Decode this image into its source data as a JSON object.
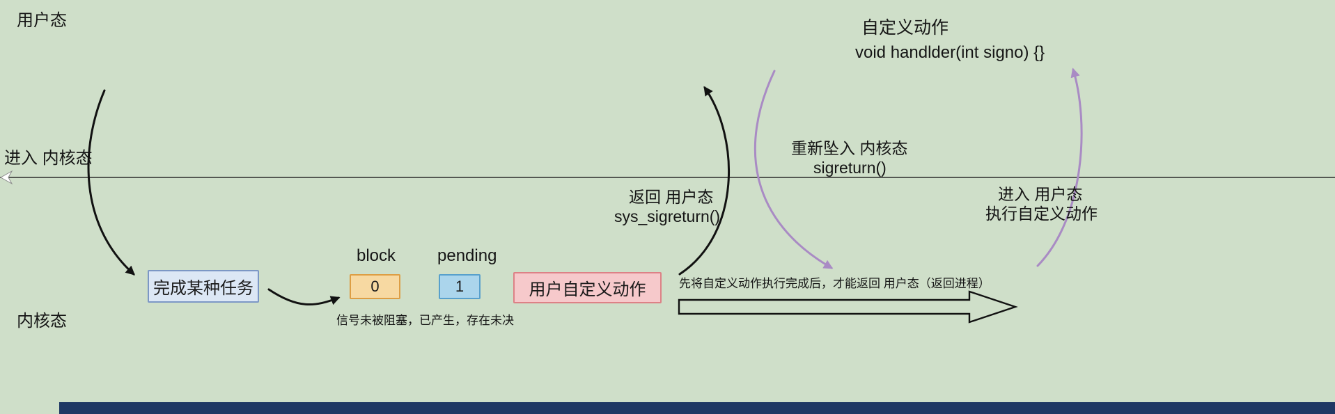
{
  "diagram": {
    "regions": {
      "user_mode_top": "用户态",
      "enter_kernel": "进入 内核态",
      "kernel_mode_bottom": "内核态"
    },
    "handler": {
      "title": "自定义动作",
      "code": "void handlder(int signo) {}"
    },
    "transitions": {
      "reenter_kernel": "重新坠入 内核态",
      "sigreturn": "sigreturn()",
      "return_user": "返回 用户态",
      "sys_sigreturn": "sys_sigreturn()",
      "enter_user": "进入 用户态",
      "exec_custom": "执行自定义动作"
    },
    "signal_table": {
      "block_label": "block",
      "pending_label": "pending",
      "block_value": "0",
      "pending_value": "1",
      "note": "信号未被阻塞，已产生，存在未决"
    },
    "boxes": {
      "task": "完成某种任务",
      "user_custom_action": "用户自定义动作"
    },
    "notes": {
      "return_note": "先将自定义动作执行完成后，才能返回 用户态（返回进程）"
    },
    "colors": {
      "background": "#cfdfc9",
      "task_box_fill": "#dce7f5",
      "task_box_border": "#7c97c5",
      "block_fill": "#f7d9a2",
      "block_border": "#dd9e44",
      "pending_fill": "#abd5ec",
      "pending_border": "#58a0cc",
      "action_fill": "#f6c9cb",
      "action_border": "#dd8186",
      "purple_arrow": "#a98bc4",
      "black": "#111111",
      "bottom_bar": "#1f3864"
    }
  }
}
